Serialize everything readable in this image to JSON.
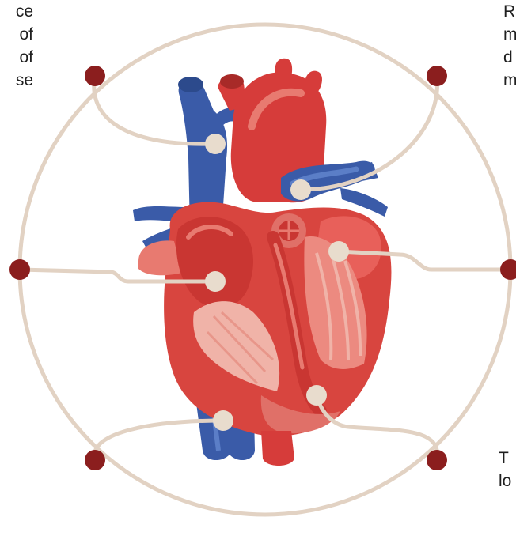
{
  "text_fragments": {
    "top_left": [
      "ce",
      "of",
      "of",
      "se"
    ],
    "top_right": [
      "R",
      "m",
      "d",
      "m"
    ],
    "bottom_right": [
      "T",
      "lo"
    ]
  },
  "colors": {
    "ring": "#e2d2c3",
    "dot": "#8b1e1e",
    "vein_blue": "#3a5ba8",
    "vein_blue_light": "#5b7ec7",
    "artery_red": "#d63c3a",
    "heart_red": "#d8453f",
    "heart_light": "#e87a70",
    "heart_pale": "#f0b3a8",
    "marker": "#e8dccd"
  }
}
